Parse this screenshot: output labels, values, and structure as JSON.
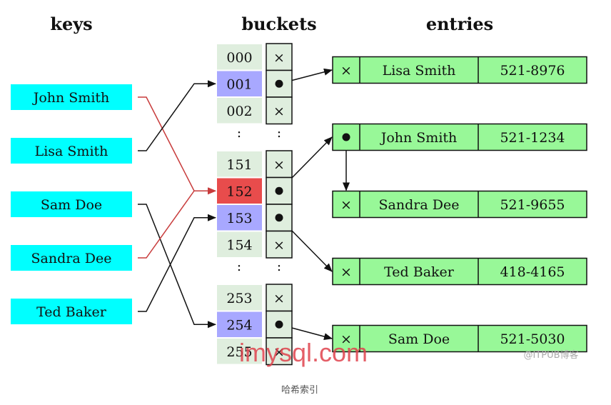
{
  "headers": {
    "keys": "keys",
    "buckets": "buckets",
    "entries": "entries"
  },
  "keys": [
    "John Smith",
    "Lisa Smith",
    "Sam Doe",
    "Sandra Dee",
    "Ted Baker"
  ],
  "buckets": [
    {
      "label": "000",
      "state": "empty"
    },
    {
      "label": "001",
      "state": "used"
    },
    {
      "label": "002",
      "state": "empty"
    },
    {
      "label": "151",
      "state": "empty"
    },
    {
      "label": "152",
      "state": "collision"
    },
    {
      "label": "153",
      "state": "used"
    },
    {
      "label": "154",
      "state": "empty"
    },
    {
      "label": "253",
      "state": "empty"
    },
    {
      "label": "254",
      "state": "used"
    },
    {
      "label": "255",
      "state": "empty"
    }
  ],
  "gap_marker": ":",
  "empty_symbol": "×",
  "entries": [
    {
      "name": "Lisa Smith",
      "phone": "521-8976",
      "next": null
    },
    {
      "name": "John Smith",
      "phone": "521-1234",
      "next": 2
    },
    {
      "name": "Sandra Dee",
      "phone": "521-9655",
      "next": null
    },
    {
      "name": "Ted Baker",
      "phone": "418-4165",
      "next": null
    },
    {
      "name": "Sam Doe",
      "phone": "521-5030",
      "next": null
    }
  ],
  "key_to_bucket": [
    {
      "key": 0,
      "bucket": 4,
      "collision": true
    },
    {
      "key": 1,
      "bucket": 1,
      "collision": false
    },
    {
      "key": 2,
      "bucket": 8,
      "collision": false
    },
    {
      "key": 3,
      "bucket": 4,
      "collision": true
    },
    {
      "key": 4,
      "bucket": 5,
      "collision": false
    }
  ],
  "bucket_to_entry": [
    {
      "bucket": 1,
      "entry": 0
    },
    {
      "bucket": 4,
      "entry": 1
    },
    {
      "bucket": 5,
      "entry": 3
    },
    {
      "bucket": 8,
      "entry": 4
    }
  ],
  "colors": {
    "key_fill": "#00ffff",
    "bucket_empty": "#dfeede",
    "bucket_used": "#a8a8ff",
    "bucket_collision": "#e84c4c",
    "pointer_cell": "#dfeede",
    "entry_fill": "#98f898",
    "arrow": "#111111",
    "collision_arrow": "#c83c3c"
  },
  "watermark": "imysql.com",
  "watermark_credit": "@ITPUB博客",
  "caption": "哈希索引"
}
